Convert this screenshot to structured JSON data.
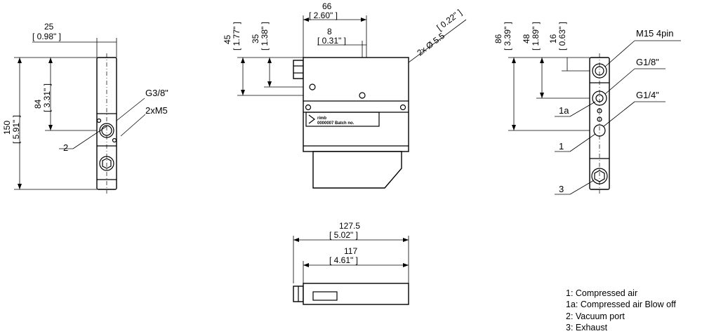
{
  "dimensions": {
    "side_width": {
      "mm": "25",
      "in": "[ 0.98\" ]"
    },
    "side_height": {
      "mm": "150",
      "in": "[ 5.91\" ]"
    },
    "side_port_depth": {
      "mm": "84",
      "in": "[ 3.31\" ]"
    },
    "front_width": {
      "mm": "66",
      "in": "[ 2.60\" ]"
    },
    "front_hole_offset": {
      "mm": "8",
      "in": "[ 0.31\" ]"
    },
    "front_hole_dia": {
      "mm": "2x Ø 5.5",
      "in": "[ 0.22\" ]"
    },
    "front_top1": {
      "mm": "45",
      "in": "[ 1.77\" ]"
    },
    "front_top2": {
      "mm": "35",
      "in": "[ 1.38\" ]"
    },
    "right_h1": {
      "mm": "86",
      "in": "[ 3.39\" ]"
    },
    "right_h2": {
      "mm": "48",
      "in": "[ 1.89\" ]"
    },
    "right_h3": {
      "mm": "16",
      "in": "[ 0.63\" ]"
    },
    "bottom_len1": {
      "mm": "127.5",
      "in": "[ 5.02\" ]"
    },
    "bottom_len2": {
      "mm": "117",
      "in": "[ 4.61\" ]"
    }
  },
  "callouts": {
    "left_thread": "G3/8\"",
    "left_mount": "2xM5",
    "left_num": "2",
    "right_m15": "M15 4pin",
    "right_g18": "G1/8\"",
    "right_g14": "G1/4\"",
    "right_1a": "1a",
    "right_1": "1",
    "right_3": "3"
  },
  "plate": {
    "brand": "rimb",
    "code": "0000007 Batch no."
  },
  "legend": [
    "1: Compressed air",
    "1a: Compressed air Blow off",
    "2: Vacuum port",
    "3: Exhaust"
  ]
}
